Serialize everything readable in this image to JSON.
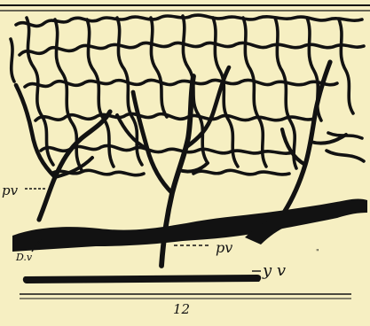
{
  "figure": {
    "number": "12",
    "labels": {
      "pv_upper": "pv",
      "dv": "D.v",
      "pv_lower": "pv",
      "yv": "y v"
    },
    "colors": {
      "paper": "#f6efc2",
      "ink": "#121212"
    }
  }
}
